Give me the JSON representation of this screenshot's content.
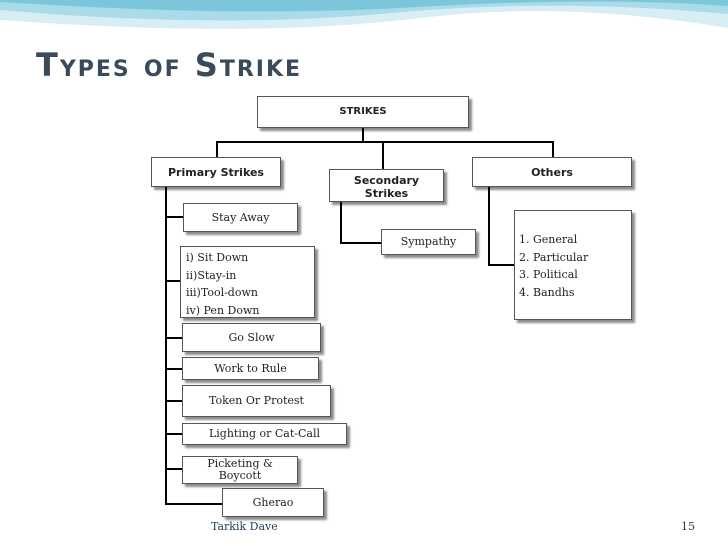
{
  "title": "Types of Strike",
  "root": "STRIKES",
  "branches": {
    "primary": "Primary Strikes",
    "secondary": "Secondary Strikes",
    "others": "Others"
  },
  "primary_items": {
    "stay_away": "Stay Away",
    "sit_down_list": [
      "i) Sit Down",
      "ii)Stay-in",
      "iii)Tool-down",
      "iv) Pen Down"
    ],
    "go_slow": "Go Slow",
    "work_to_rule": "Work to Rule",
    "token": "Token Or Protest",
    "lighting": "Lighting or Cat-Call",
    "picketing": "Picketing & Boycott",
    "gherao": "Gherao"
  },
  "secondary_items": {
    "sympathy": "Sympathy"
  },
  "others_items": [
    "1. General",
    "2. Particular",
    "3. Political",
    "4. Bandhs"
  ],
  "footer": {
    "author": "Tarkik Dave",
    "page": "15"
  },
  "colors": {
    "title": "#3a4a5a",
    "wave_light": "#d7eef5",
    "wave_mid": "#7cc6dc",
    "footer": "#1f3b5a"
  }
}
